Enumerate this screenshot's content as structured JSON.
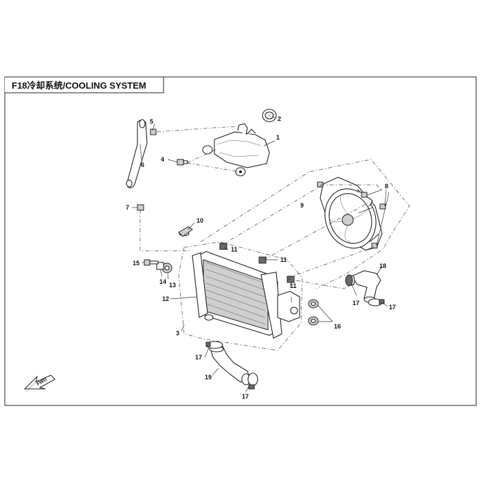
{
  "title": "F18冷却系统/COOLING SYSTEM",
  "fwd_label": "FWD",
  "callouts": {
    "c1": "1",
    "c2": "2",
    "c3": "3",
    "c4": "4",
    "c5": "5",
    "c6": "6",
    "c7": "7",
    "c8": "8",
    "c9": "9",
    "c10": "10",
    "c11a": "11",
    "c11b": "11",
    "c11c": "11",
    "c12": "12",
    "c13": "13",
    "c14": "14",
    "c15": "15",
    "c16": "16",
    "c17a": "17",
    "c17b": "17",
    "c17c": "17",
    "c17d": "17",
    "c18": "18",
    "c19": "19"
  },
  "colors": {
    "line": "#222222",
    "background": "#ffffff",
    "fill_grey": "#cfcfcf"
  }
}
